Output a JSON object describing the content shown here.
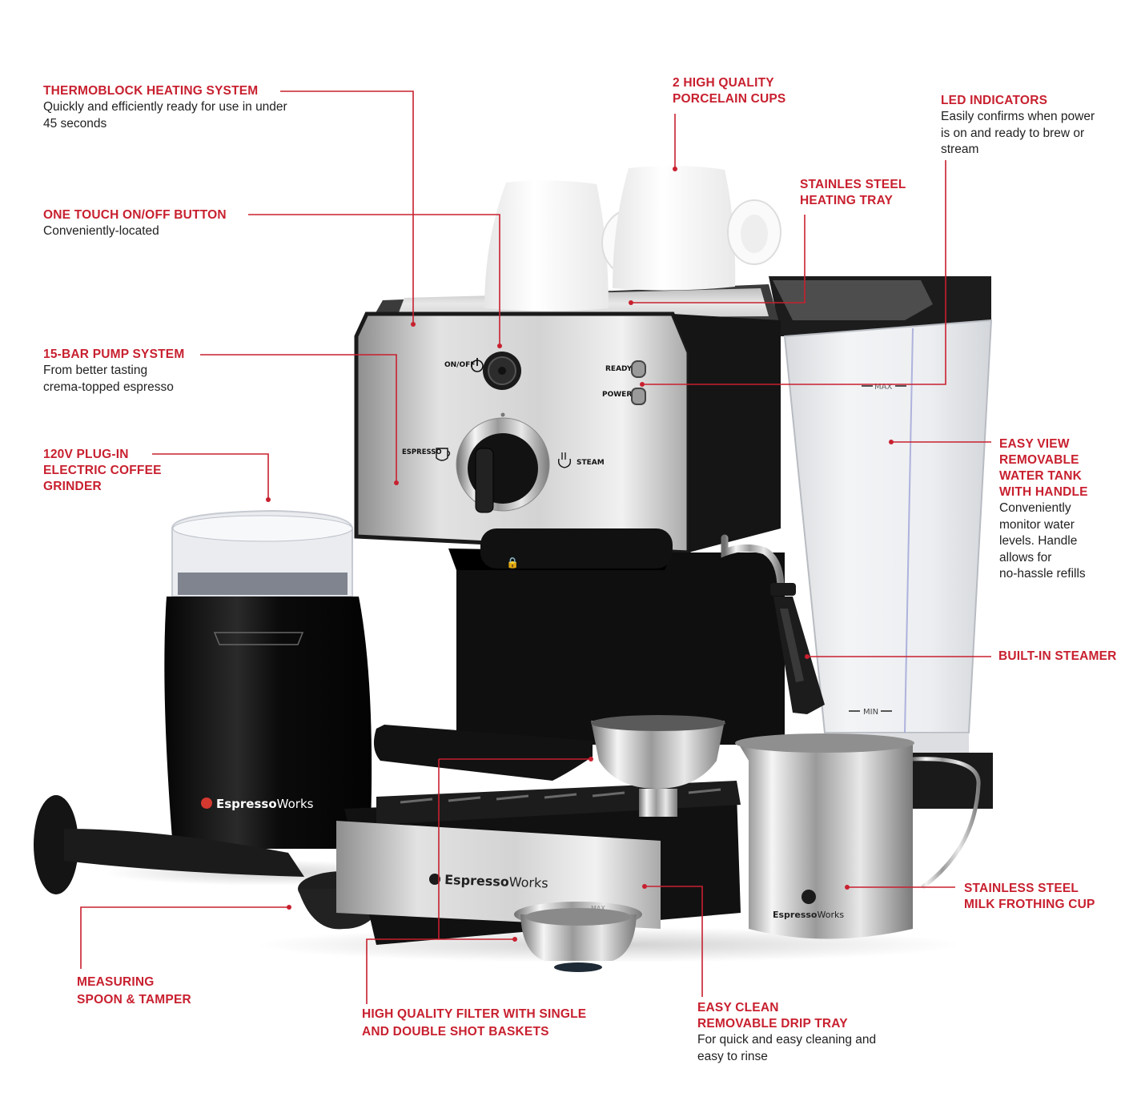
{
  "colors": {
    "accent": "#c8202f",
    "body_text": "#222222",
    "machine_black": "#141414",
    "stainless": "#c9c9c9",
    "background": "#ffffff"
  },
  "product": {
    "brand": "EspressoWorks",
    "brand_bold": "Espresso",
    "brand_light": "Works",
    "panel": {
      "power_label": "ON/OFF",
      "ready_label": "READY",
      "power_led_label": "POWER",
      "espresso_label": "ESPRESSO",
      "steam_label": "STEAM",
      "tank_max": "MAX",
      "tank_min": "MIN",
      "basket_max": "MAX"
    }
  },
  "callouts": {
    "thermoblock": {
      "title": "THERMOBLOCK HEATING SYSTEM",
      "desc": "Quickly and efficiently ready for use in under\n45 seconds"
    },
    "on_off": {
      "title": "ONE TOUCH ON/OFF BUTTON",
      "desc": "Conveniently-located"
    },
    "pump": {
      "title": "15-BAR PUMP SYSTEM",
      "desc": "From better tasting\ncrema-topped espresso"
    },
    "grinder": {
      "title": "120V PLUG-IN\nELECTRIC COFFEE\nGRINDER"
    },
    "cups": {
      "title": "2 HIGH QUALITY\nPORCELAIN CUPS"
    },
    "heating_tray": {
      "title": "STAINLES STEEL\nHEATING TRAY"
    },
    "led": {
      "title": "LED INDICATORS",
      "desc": "Easily confirms when power\nis on and ready to brew or\nstream"
    },
    "water_tank": {
      "title": "EASY VIEW\nREMOVABLE\nWATER TANK\nWITH HANDLE",
      "desc": "Conveniently\nmonitor water\nlevels. Handle\nallows for\nno-hassle refills"
    },
    "steamer": {
      "title": "BUILT-IN STEAMER"
    },
    "milk_cup": {
      "title": "STAINLESS STEEL\nMILK FROTHING CUP"
    },
    "spoon_tamper": {
      "title": "MEASURING\nSPOON & TAMPER"
    },
    "filter": {
      "title": "HIGH QUALITY FILTER WITH SINGLE\nAND DOUBLE SHOT BASKETS"
    },
    "drip_tray": {
      "title": "EASY CLEAN\nREMOVABLE DRIP TRAY",
      "desc": "For quick and easy cleaning and\neasy to rinse"
    }
  }
}
